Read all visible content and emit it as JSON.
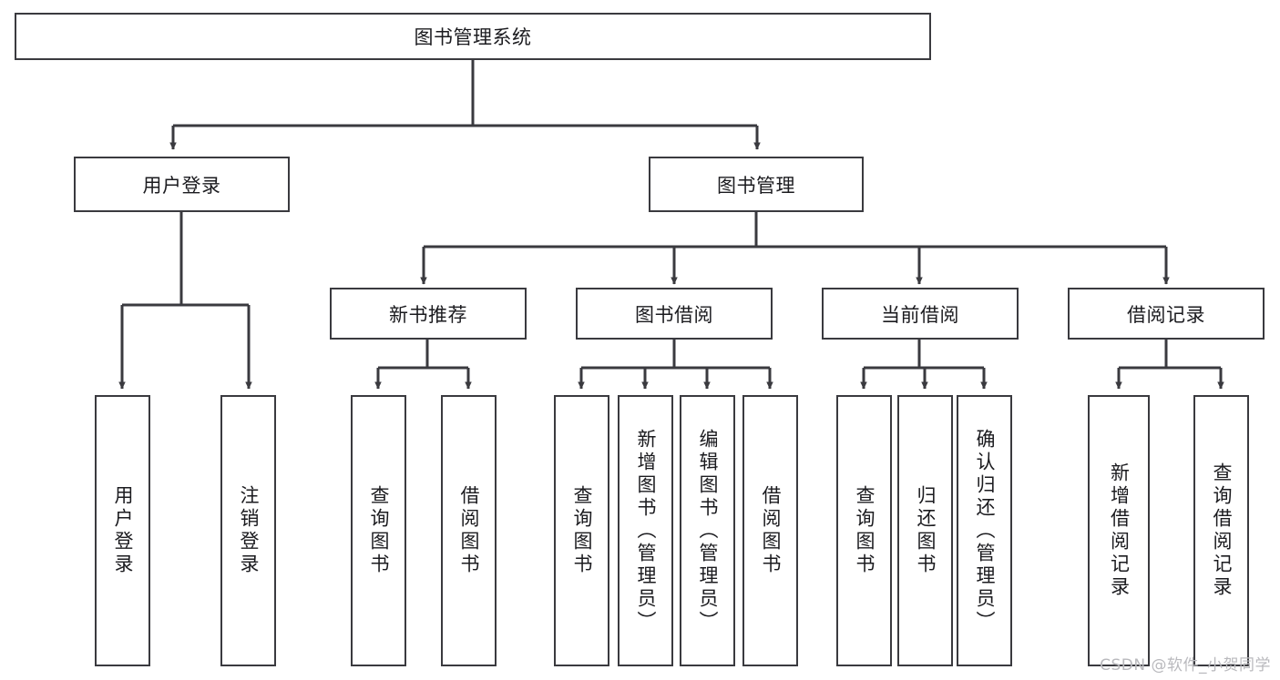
{
  "diagram": {
    "title": "图书管理系统",
    "watermark": "CSDN @软件_小贺同学",
    "line_color": "#3a3a3f",
    "box_fill": "#ffffff",
    "text_color": "#1b1b1f",
    "watermark_color": "#b9b9bd",
    "root": {
      "label": "图书管理系统"
    },
    "level1": [
      {
        "label": "用户登录"
      },
      {
        "label": "图书管理"
      }
    ],
    "level2": [
      {
        "label": "新书推荐"
      },
      {
        "label": "图书借阅"
      },
      {
        "label": "当前借阅"
      },
      {
        "label": "借阅记录"
      }
    ],
    "leaves": [
      {
        "label": "用户登录"
      },
      {
        "label": "注销登录"
      },
      {
        "label": "查询图书"
      },
      {
        "label": "借阅图书"
      },
      {
        "label": "查询图书"
      },
      {
        "label": "新增图书（管理员）"
      },
      {
        "label": "编辑图书（管理员）"
      },
      {
        "label": "借阅图书"
      },
      {
        "label": "查询图书"
      },
      {
        "label": "归还图书"
      },
      {
        "label": "确认归还（管理员）"
      },
      {
        "label": "新增借阅记录"
      },
      {
        "label": "查询借阅记录"
      }
    ]
  }
}
